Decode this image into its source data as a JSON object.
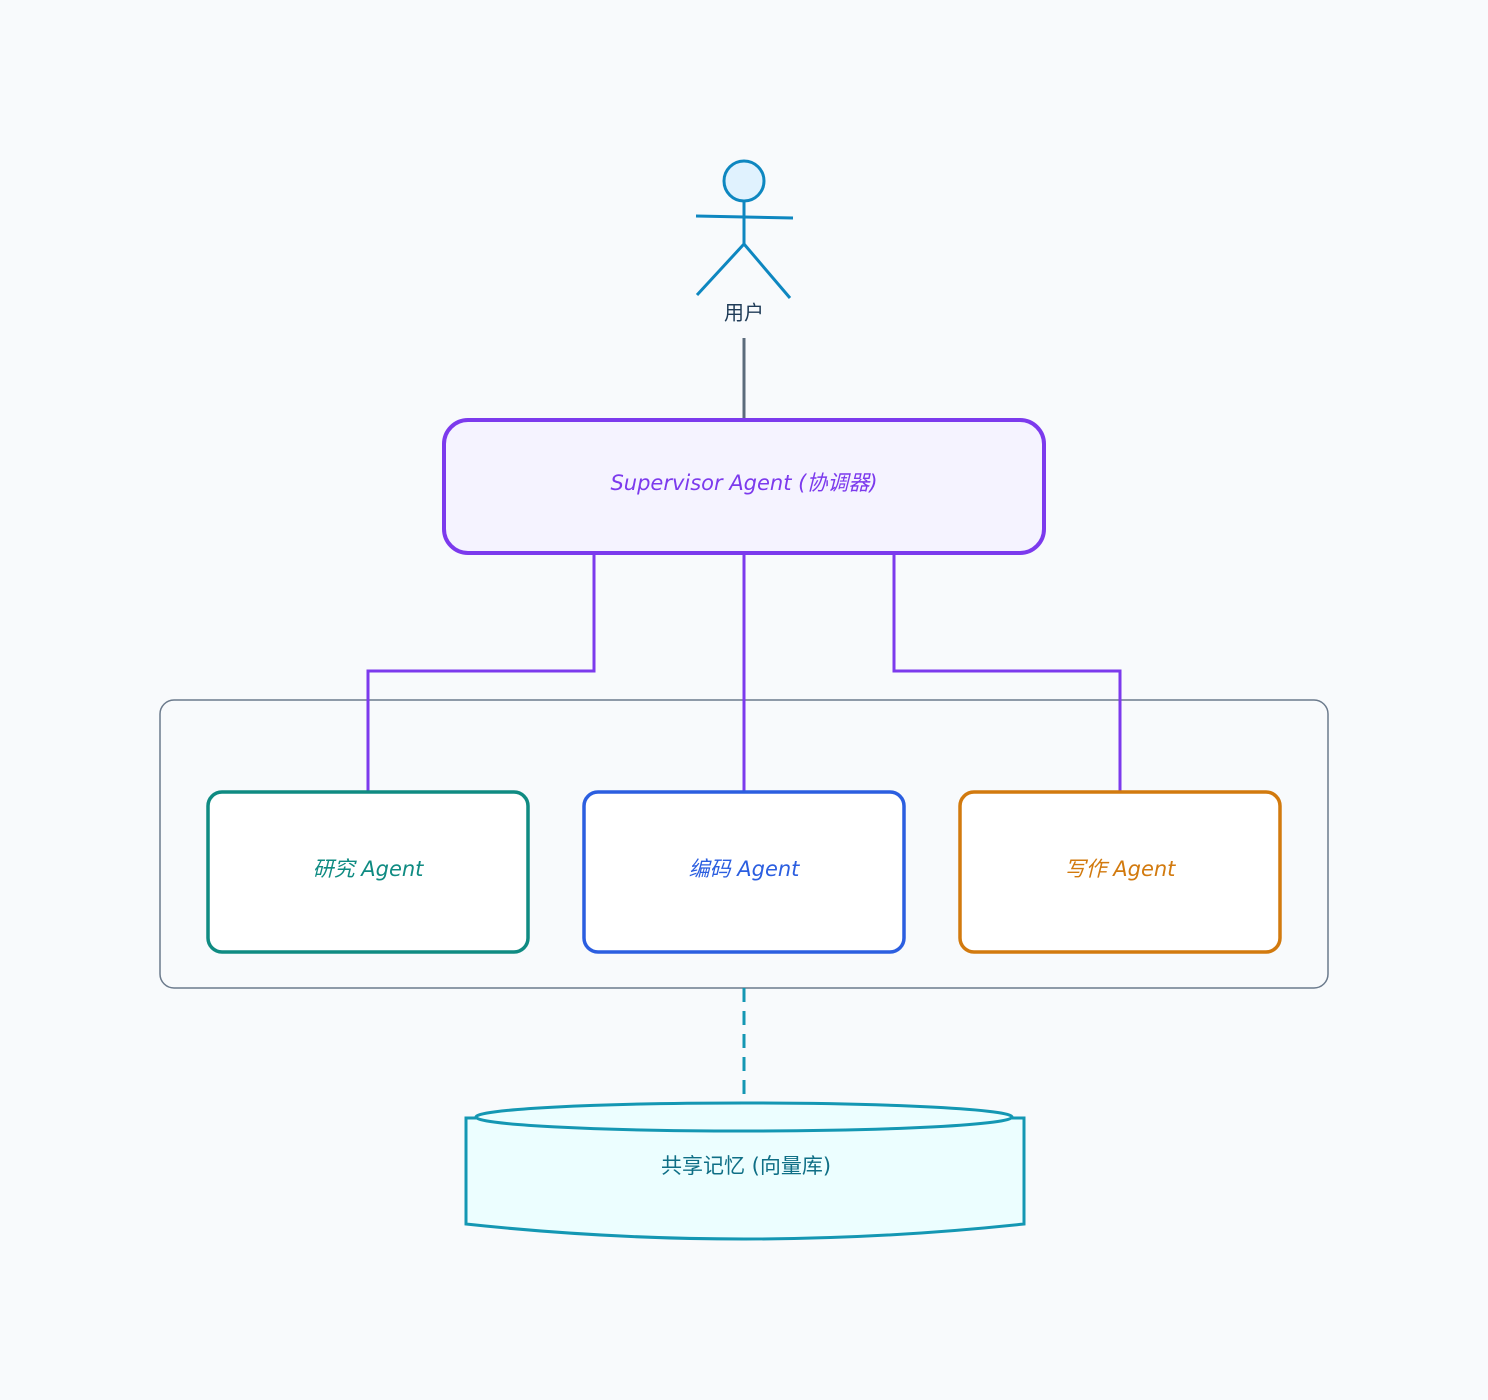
{
  "diagram": {
    "user": {
      "label": "用户",
      "color": "#0e87c0",
      "head_fill": "#e0f2fe"
    },
    "supervisor": {
      "label": "Supervisor Agent (协调器)",
      "color": "#7c3aed",
      "fill": "#f5f3ff"
    },
    "agents": [
      {
        "label": "研究 Agent",
        "color": "#0f8b82"
      },
      {
        "label": "编码 Agent",
        "color": "#2b5ee0"
      },
      {
        "label": "写作 Agent",
        "color": "#d27a0e"
      }
    ],
    "memory": {
      "label": "共享记忆 (向量库)",
      "color": "#1497b3",
      "fill": "#ecfeff",
      "text_color": "#0f6f86"
    },
    "connectors": {
      "user_line": "#5b6b7b",
      "agent_lines": "#7c3aed",
      "group_border": "#6b7a8c",
      "memory_link": "#1497b3"
    }
  }
}
